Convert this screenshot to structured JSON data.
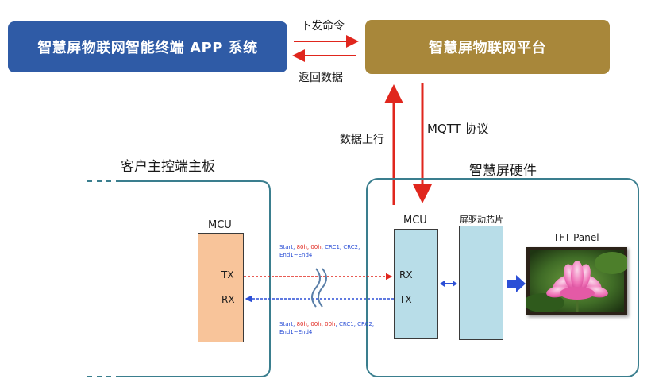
{
  "top": {
    "app_system": "智慧屏物联网智能终端 APP 系统",
    "platform": "智慧屏物联网平台",
    "send_command": "下发命令",
    "return_data": "返回数据"
  },
  "links": {
    "data_up": "数据上行",
    "mqtt": "MQTT 协议"
  },
  "customer_board": {
    "title": "客户主控端主板",
    "mcu": "MCU",
    "tx": "TX",
    "rx": "RX"
  },
  "hardware": {
    "title": "智慧屏硬件",
    "mcu": "MCU",
    "rx": "RX",
    "tx": "TX",
    "driver_chip": "屏驱动芯片",
    "tft_panel": "TFT Panel"
  },
  "protocol": {
    "top_line1_a": "Start, ",
    "top_line1_b": "80h, 00h",
    "top_line1_c": ", CRC1, CRC2,",
    "top_line2": "End1~End4",
    "bottom_line1_a": "Start, ",
    "bottom_line1_b": "80h, 00h, 00h",
    "bottom_line1_c": ", CRC1, CRC2,",
    "bottom_line2": "End1~End4"
  },
  "colors": {
    "app_box": "#2f5ba6",
    "platform_box": "#a8873a",
    "arrow_red": "#e0261d",
    "line_blue": "#2b4fd6",
    "frame": "#3a7e8e",
    "mcu_left": "#f8c49a",
    "chip_blue": "#b8dde8"
  }
}
